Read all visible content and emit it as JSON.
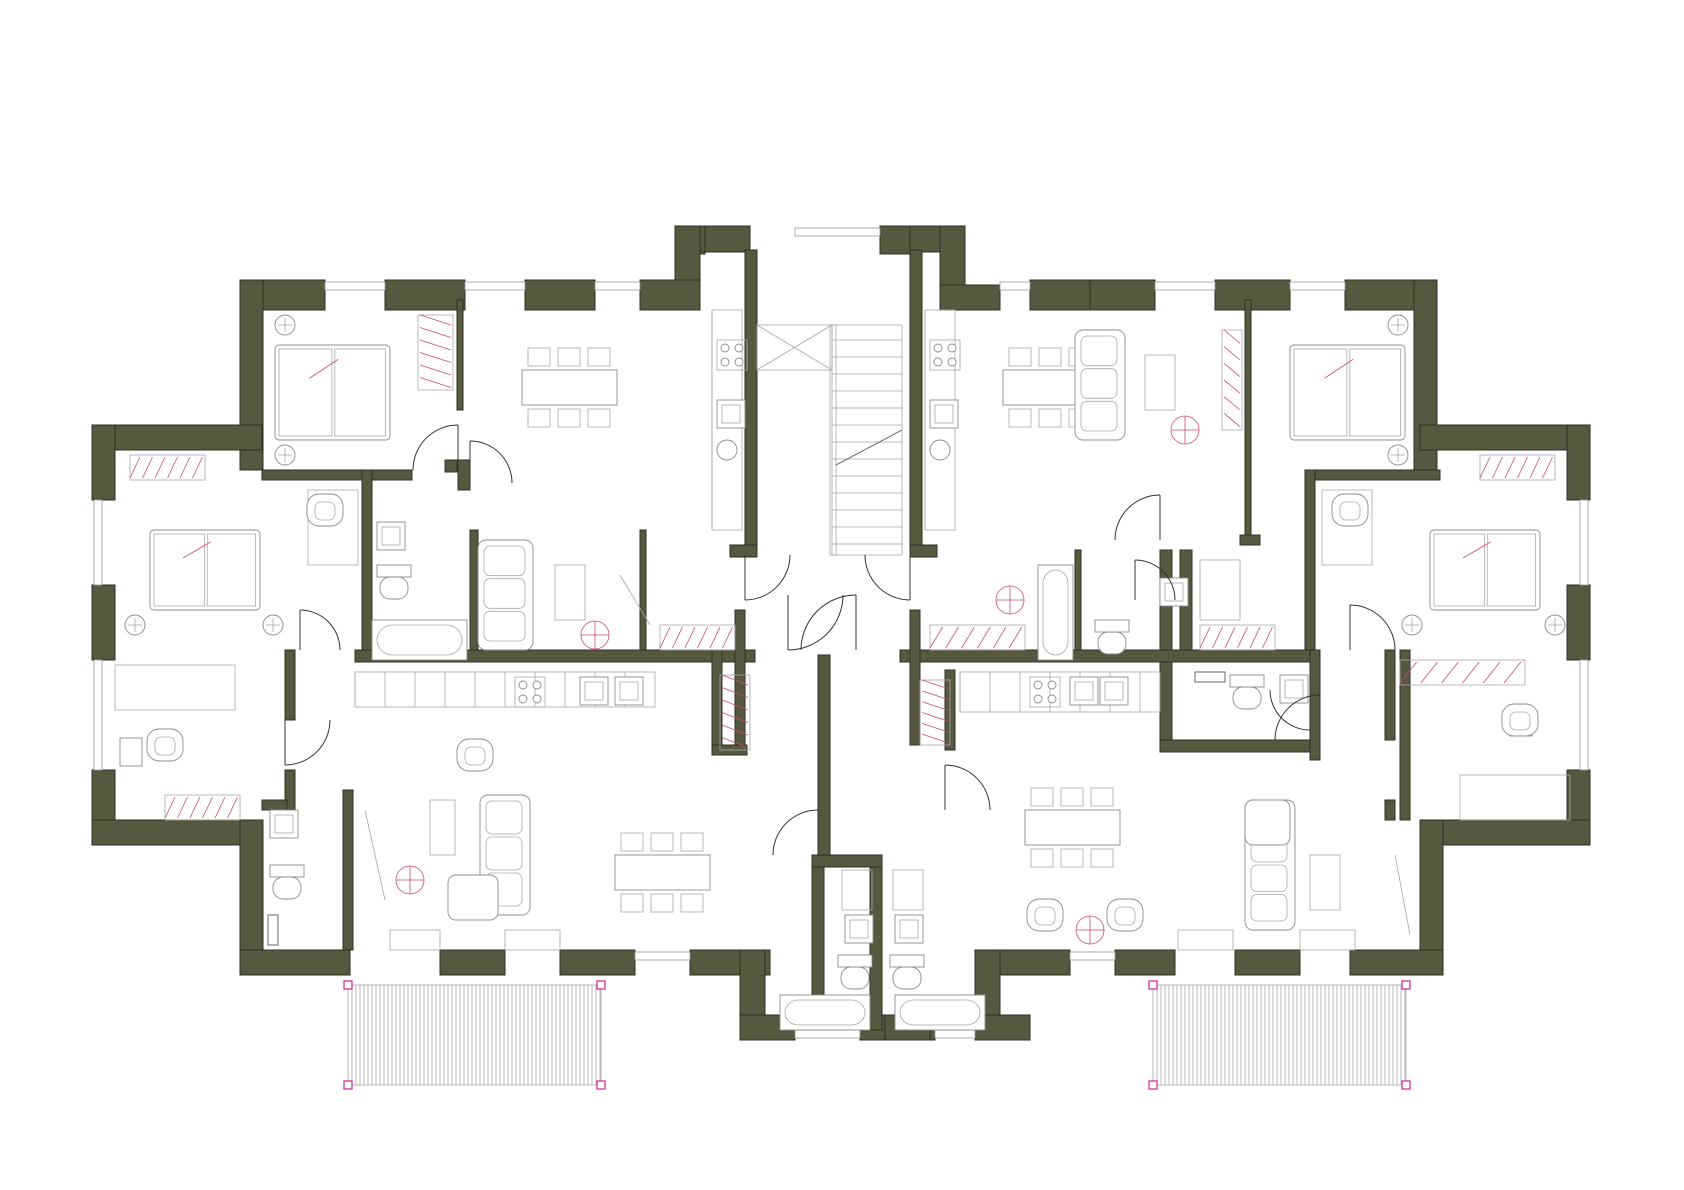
{
  "colors": {
    "wall": "#575840",
    "background": "#ffffff",
    "balcony_post": "#d21ea0",
    "fixture_line": "#8c8c8c"
  },
  "plan": {
    "type": "apartment floor plan",
    "levels": 1,
    "flights": 1,
    "balconies": 2,
    "units": [
      {
        "side": "left",
        "bedrooms": 3,
        "bathrooms": 3
      },
      {
        "side": "right",
        "bedrooms": 3,
        "bathrooms": 3
      }
    ],
    "icons": [
      "double-bed-icon",
      "sofa-icon",
      "dining-table-icon",
      "bathtub-icon",
      "toilet-icon",
      "sink-icon",
      "cooktop-icon",
      "wardrobe-icon",
      "desk-icon",
      "armchair-icon",
      "door-swing-icon",
      "staircase-icon"
    ]
  }
}
